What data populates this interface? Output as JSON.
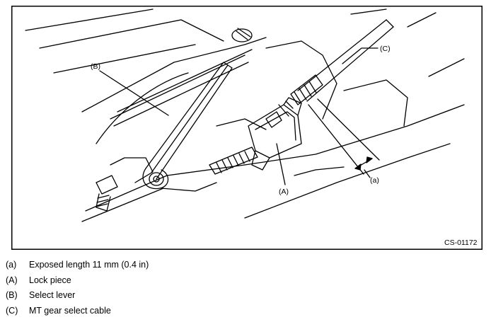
{
  "figure": {
    "id_label": "CS-01172",
    "callouts": {
      "a": "(a)",
      "A": "(A)",
      "B": "(B)",
      "C": "(C)"
    }
  },
  "legend": {
    "items": [
      {
        "key": "(a)",
        "text": "Exposed length 11 mm (0.4 in)"
      },
      {
        "key": "(A)",
        "text": "Lock piece"
      },
      {
        "key": "(B)",
        "text": "Select lever"
      },
      {
        "key": "(C)",
        "text": "MT gear select cable"
      }
    ]
  }
}
